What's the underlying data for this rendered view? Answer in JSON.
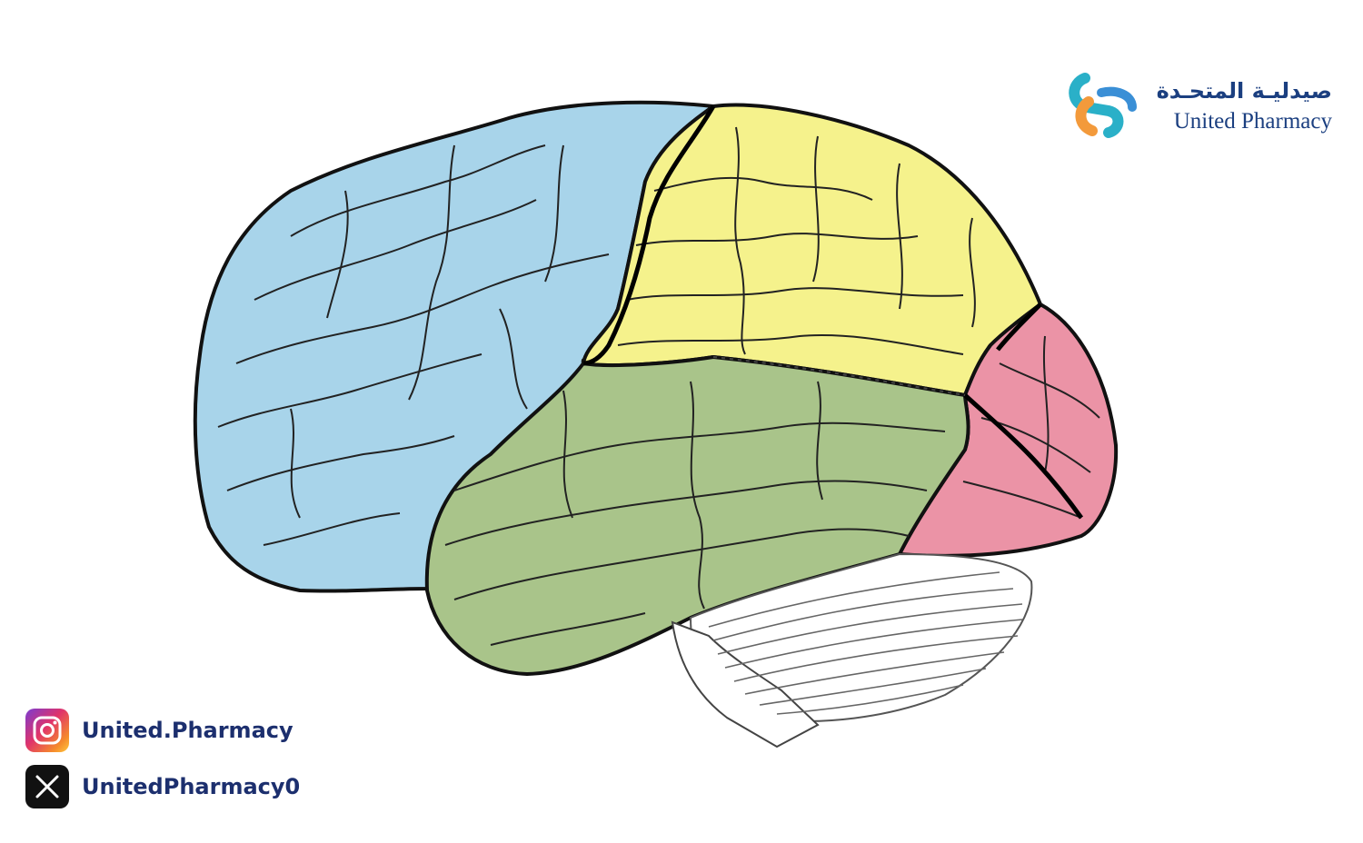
{
  "brand": {
    "name_ar": "صيدليـة المتحـدة",
    "name_en": "United Pharmacy",
    "logo_icon": "united-pharmacy-logo",
    "colors": {
      "navy": "#1b3f80",
      "teal": "#2ab0c8",
      "orange": "#f39a3b"
    }
  },
  "social": [
    {
      "platform": "instagram",
      "icon": "instagram-icon",
      "handle": "United.Pharmacy"
    },
    {
      "platform": "x",
      "icon": "x-icon",
      "handle": "UnitedPharmacy0"
    }
  ],
  "diagram": {
    "subject": "brain-lateral-view",
    "regions": [
      {
        "id": "frontal",
        "color": "#a8d4ea"
      },
      {
        "id": "parietal",
        "color": "#f5f28c"
      },
      {
        "id": "temporal",
        "color": "#a9c48a"
      },
      {
        "id": "occipital",
        "color": "#eb93a6"
      },
      {
        "id": "cerebellum",
        "color": "#ffffff"
      }
    ]
  }
}
